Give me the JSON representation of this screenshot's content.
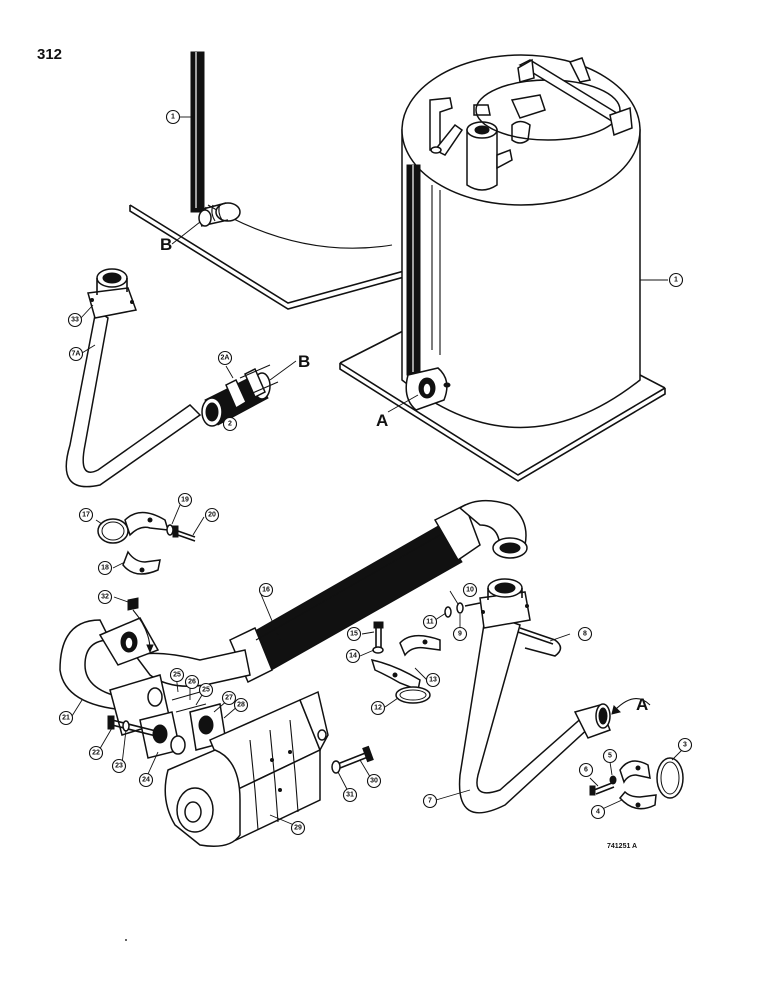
{
  "page": {
    "number": "312",
    "figure_id": "741251 A"
  },
  "reference_letters": {
    "a_tank": "A",
    "a_tube": "A",
    "b_hose": "B",
    "b_coupling": "B"
  },
  "callouts": {
    "c1a": "1",
    "c1b": "1",
    "c33": "33",
    "c7a": "7A",
    "c2a": "2A",
    "c2": "2",
    "c17": "17",
    "c19": "19",
    "c20": "20",
    "c18": "18",
    "c16": "16",
    "c32": "32",
    "c10": "10",
    "c11": "11",
    "c9": "9",
    "c8": "8",
    "c15": "15",
    "c14": "14",
    "c13": "13",
    "c12": "12",
    "c21": "21",
    "c25a": "25",
    "c26": "26",
    "c25b": "25",
    "c27": "27",
    "c28": "28",
    "c22": "22",
    "c23": "23",
    "c24": "24",
    "c29": "29",
    "c30": "30",
    "c31": "31",
    "c7": "7",
    "c3": "3",
    "c6": "6",
    "c5": "5",
    "c4": "4"
  }
}
